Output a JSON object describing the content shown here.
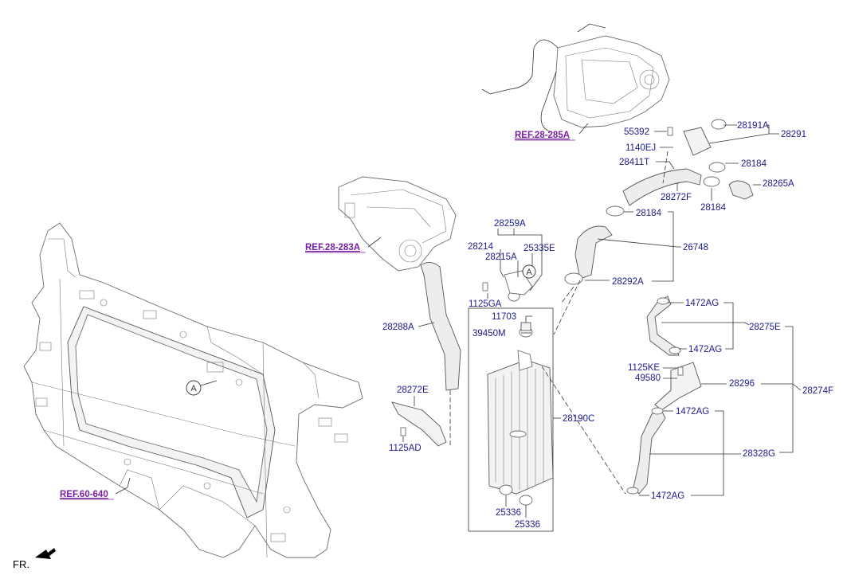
{
  "labels": {
    "l28191A": "28191A",
    "l28291": "28291",
    "l55392": "55392",
    "l1140EJ": "1140EJ",
    "l28411T": "28411T",
    "l28184a": "28184",
    "l28265A": "28265A",
    "l28272F": "28272F",
    "l28184b": "28184",
    "l28184c": "28184",
    "l26748": "26748",
    "l28259A": "28259A",
    "l28214": "28214",
    "l28215A": "28215A",
    "l25335E": "25335E",
    "l1125GA": "1125GA",
    "l28292A": "28292A",
    "l11703": "11703",
    "l39450M": "39450M",
    "l28288A": "28288A",
    "l28272E": "28272E",
    "l1125AD": "1125AD",
    "l28190C": "28190C",
    "l25336a": "25336",
    "l25336b": "25336",
    "l1472AGa": "1472AG",
    "l28275E": "28275E",
    "l1472AGb": "1472AG",
    "l1125KE": "1125KE",
    "l49580": "49580",
    "l28296": "28296",
    "l28274F": "28274F",
    "l1472AGc": "1472AG",
    "l28328G": "28328G",
    "l1472AGd": "1472AG"
  },
  "refs": {
    "ref_28_285A": "REF.28-285A",
    "ref_28_283A": "REF.28-283A",
    "ref_60_640": "REF.60-640"
  },
  "markers": {
    "circle_a_1": "A",
    "circle_a_2": "A"
  },
  "front_indicator": "FR."
}
